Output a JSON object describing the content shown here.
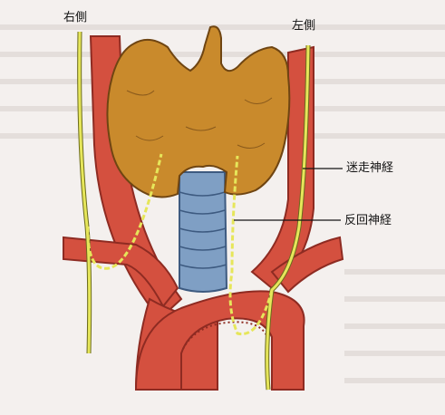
{
  "labels": {
    "right_side": "右側",
    "left_side": "左側",
    "vagus_nerve": "迷走神経",
    "recurrent_laryngeal_nerve": "反回神経"
  },
  "colors": {
    "background": "#f4f0ee",
    "artery": "#d4503f",
    "artery_outline": "#8e2b22",
    "thyroid": "#c98a2c",
    "thyroid_outline": "#6f4512",
    "trachea": "#7f9fc4",
    "trachea_outline": "#3d5a80",
    "nerve": "#e6e65a",
    "nerve_outline": "#6b6b1c"
  }
}
